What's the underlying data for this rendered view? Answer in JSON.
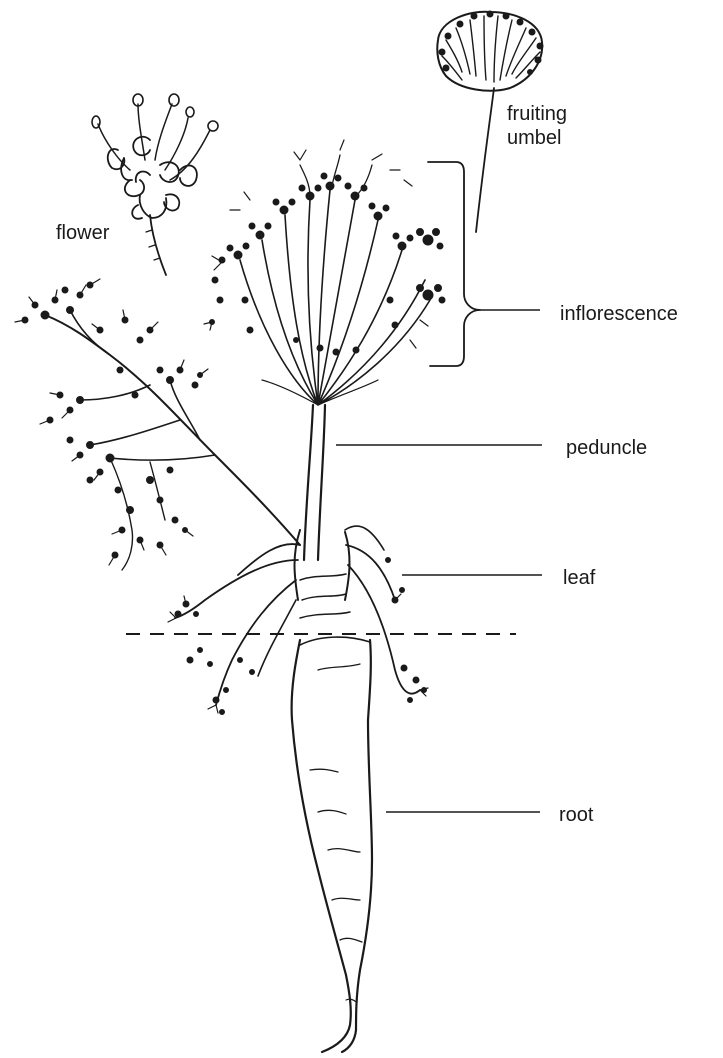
{
  "labels": {
    "fruiting_umbel_line1": "fruiting",
    "fruiting_umbel_line2": "umbel",
    "flower": "flower",
    "inflorescence": "inflorescence",
    "peduncle": "peduncle",
    "leaf": "leaf",
    "root": "root"
  }
}
